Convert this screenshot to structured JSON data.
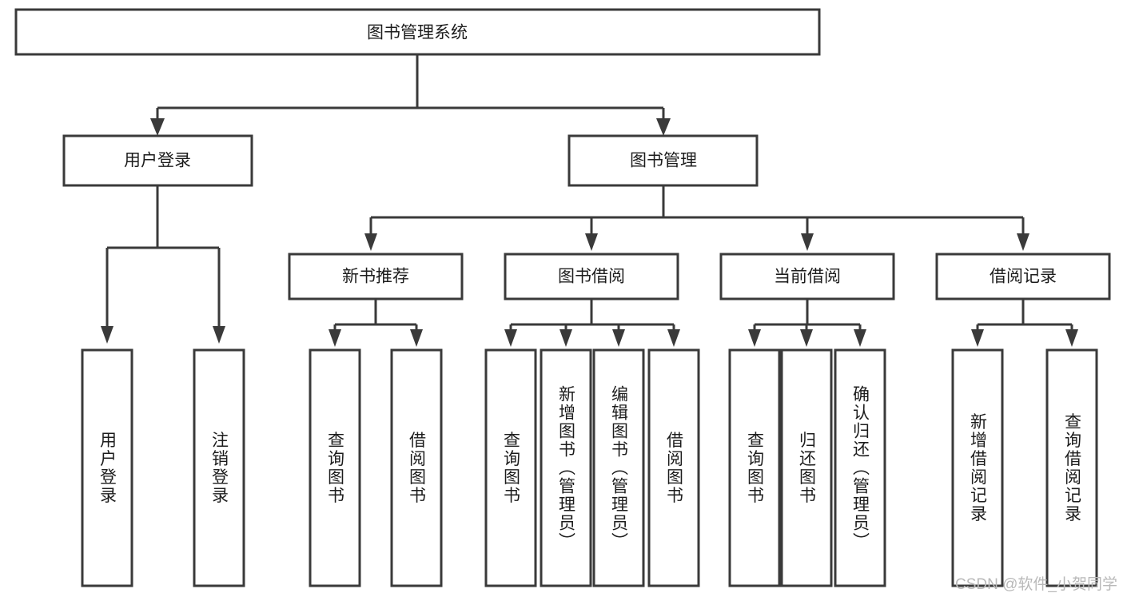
{
  "diagram": {
    "title": "图书管理系统",
    "watermark": "CSDN @软件_小贺同学",
    "colors": {
      "stroke": "#3a3a3a",
      "fill": "#ffffff",
      "text": "#1c1c1c",
      "watermark": "#b9b9b9",
      "background": "#ffffff"
    },
    "root": {
      "label": "图书管理系统"
    },
    "level2": [
      {
        "label": "用户登录"
      },
      {
        "label": "图书管理"
      }
    ],
    "level3": [
      {
        "label": "新书推荐"
      },
      {
        "label": "图书借阅"
      },
      {
        "label": "当前借阅"
      },
      {
        "label": "借阅记录"
      }
    ],
    "leaves": {
      "user_login": [
        {
          "label": "用户登录"
        },
        {
          "label": "注销登录"
        }
      ],
      "new_book": [
        {
          "label": "查询图书"
        },
        {
          "label": "借阅图书"
        }
      ],
      "book_borrow": [
        {
          "label": "查询图书"
        },
        {
          "label": "新增图书（管理员）"
        },
        {
          "label": "编辑图书（管理员）"
        },
        {
          "label": "借阅图书"
        }
      ],
      "current_borrow": [
        {
          "label": "查询图书"
        },
        {
          "label": "归还图书"
        },
        {
          "label": "确认归还（管理员）"
        }
      ],
      "borrow_record": [
        {
          "label": "新增借阅记录"
        },
        {
          "label": "查询借阅记录"
        }
      ]
    }
  }
}
